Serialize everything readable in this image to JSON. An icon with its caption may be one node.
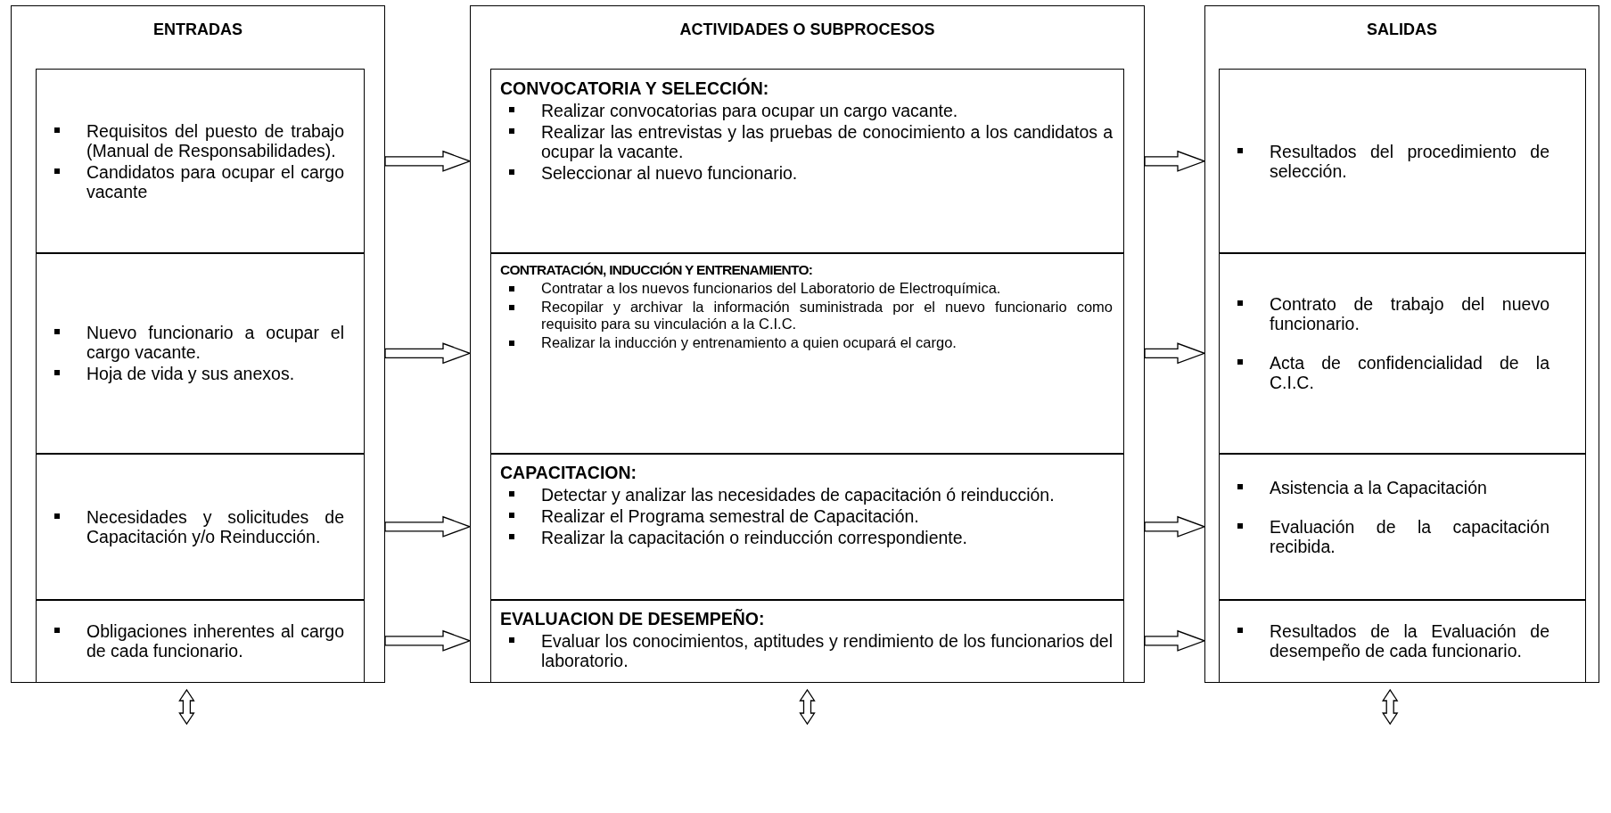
{
  "diagram": {
    "nodes": [
      {
        "text": [
          "ENTRADAS"
        ]
      },
      {
        "text": [
          "Requisitos del puesto de trabajo (Manual de Responsabilidades).",
          "Candidatos para ocupar el cargo vacante"
        ],
        "in": 0
      },
      {
        "text": [
          "Nuevo funcionario a ocupar el cargo vacante.",
          "Hoja de vida y sus anexos."
        ],
        "in": 0
      },
      {
        "text": [
          "Necesidades y solicitudes de Capacitación y/o Reinducción."
        ],
        "in": 0
      },
      {
        "text": [
          "Obligaciones inherentes al cargo de cada funcionario."
        ],
        "in": 0
      },
      {
        "text": [
          "ACTIVIDADES O SUBPROCESOS"
        ]
      },
      {
        "text": [
          "CONVOCATORIA Y SELECCIÓN:",
          "Realizar convocatorias para ocupar un cargo vacante.",
          "Realizar las entrevistas y las pruebas de conocimiento a los candidatos a ocupar la vacante.",
          "Seleccionar al nuevo funcionario."
        ],
        "in": 5
      },
      {
        "text": [
          "CONTRATACIÓN, INDUCCIÓN Y ENTRENAMIENTO:",
          "Contratar a los nuevos funcionarios del Laboratorio de Electroquímica.",
          "Recopilar y archivar la información suministrada por el nuevo funcionario como requisito para su vinculación a la C.I.C.",
          "Realizar la inducción y entrenamiento a quien ocupará el cargo."
        ],
        "in": 5
      },
      {
        "text": [
          "CAPACITACION:",
          "Detectar y analizar las necesidades de capacitación ó reinducción.",
          "Realizar el Programa semestral de Capacitación.",
          "Realizar la capacitación o reinducción correspondiente."
        ],
        "in": 5
      },
      {
        "text": [
          "EVALUACION DE DESEMPEÑO:",
          "Evaluar los conocimientos, aptitudes y rendimiento de los funcionarios del laboratorio."
        ],
        "in": 5
      },
      {
        "text": [
          "SALIDAS"
        ]
      },
      {
        "text": [
          "Resultados del procedimiento de selección."
        ],
        "in": 10
      },
      {
        "text": [
          "Contrato de trabajo del nuevo funcionario.",
          "Acta de confidencialidad de la C.I.C."
        ],
        "in": 10
      },
      {
        "text": [
          "Asistencia a la Capacitación",
          "Evaluación  de la capacitación recibida."
        ],
        "in": 10
      },
      {
        "text": [
          "Resultados de la Evaluación de desempeño de cada funcionario."
        ],
        "in": 10
      }
    ],
    "edges": [
      {
        "from": 1,
        "to": 6,
        "arrow": "to"
      },
      {
        "from": 6,
        "to": 11,
        "arrow": "to"
      },
      {
        "from": 2,
        "to": 7,
        "arrow": "to"
      },
      {
        "from": 7,
        "to": 12,
        "arrow": "to"
      },
      {
        "from": 3,
        "to": 8,
        "arrow": "to"
      },
      {
        "from": 8,
        "to": 13,
        "arrow": "to"
      },
      {
        "from": 4,
        "to": 9,
        "arrow": "to"
      },
      {
        "from": 9,
        "to": 14,
        "arrow": "to"
      },
      {
        "from": 0,
        "to": null,
        "arrow": "both"
      },
      {
        "from": 5,
        "to": null,
        "arrow": "both"
      },
      {
        "from": 10,
        "to": null,
        "arrow": "both"
      }
    ]
  }
}
